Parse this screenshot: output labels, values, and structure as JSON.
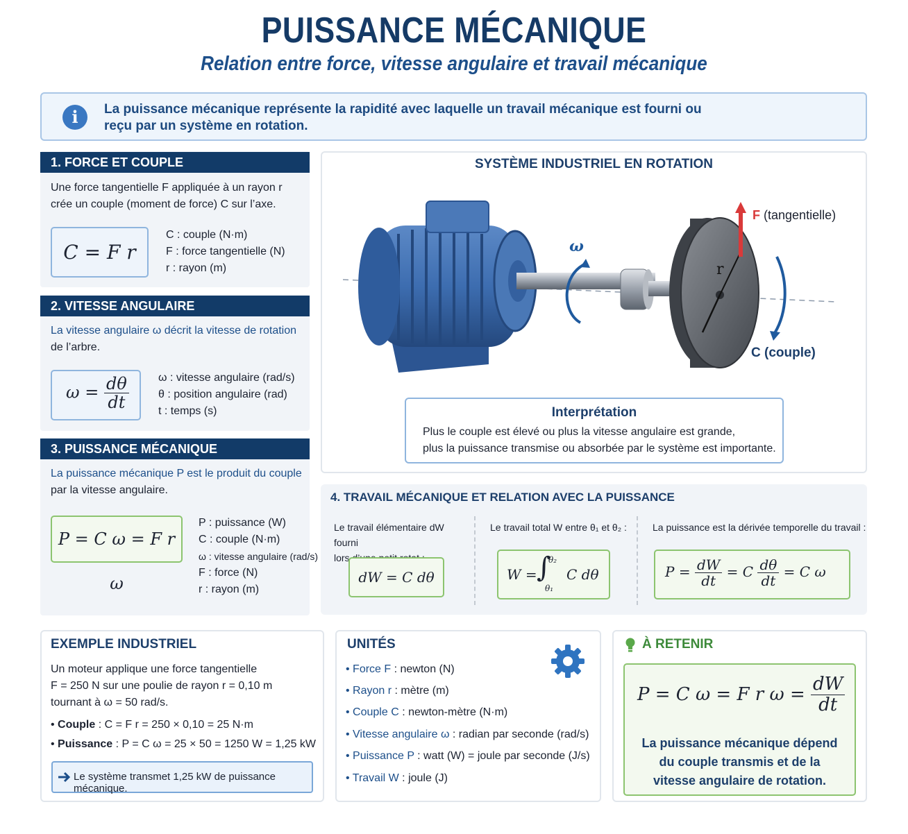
{
  "header": {
    "title": "PUISSANCE MÉCANIQUE",
    "subtitle": "Relation entre force, vitesse angulaire et travail mécanique"
  },
  "info": {
    "text": "La puissance mécanique représente la rapidité avec laquelle un travail mécanique est fourni ou reçu par un système en rotation."
  },
  "section1": {
    "heading": "1. FORCE ET COUPLE",
    "desc_line1": "Une force tangentielle F appliquée à un rayon r",
    "desc_line2": "crée un couple (moment de force) C sur l’axe.",
    "equation": "C = F r",
    "legend": [
      "C : couple (N·m)",
      "F : force tangentielle (N)",
      "r : rayon (m)"
    ]
  },
  "section2": {
    "heading": "2. VITESSE ANGULAIRE",
    "desc_a": "La vitesse angulaire ω décrit la vitesse de rotation",
    "desc_b": "de l’arbre.",
    "eq_lhs": "ω =",
    "eq_num": "dθ",
    "eq_den": "dt",
    "legend": [
      "ω : vitesse angulaire (rad/s)",
      "θ : position angulaire (rad)",
      "t : temps (s)"
    ]
  },
  "section3": {
    "heading": "3. PUISSANCE MÉCANIQUE",
    "desc_line1": "La puissance mécanique P est le produit du couple",
    "desc_line2": "par la vitesse angulaire.",
    "equation": "P = C ω = F r ω",
    "legend": [
      "P : puissance (W)",
      "C : couple (N·m)",
      "ω : vitesse angulaire (rad/s)",
      "F : force (N)",
      "r : rayon (m)"
    ]
  },
  "system": {
    "title": "SYSTÈME INDUSTRIEL EN ROTATION",
    "label_omega": "ω",
    "label_force": "F",
    "label_force_suffix": "(tangentielle)",
    "label_radius": "r",
    "label_couple": "C (couple)",
    "interp_title": "Interprétation",
    "interp_line1": "Plus le couple est élevé ou plus la vitesse angulaire est grande,",
    "interp_line2": "plus la puissance transmise ou absorbée par le système est importante."
  },
  "section4": {
    "heading": "4. TRAVAIL MÉCANIQUE ET RELATION AVEC LA PUISSANCE",
    "col1_line1": "Le travail élémentaire dW fourni",
    "col1_line2": "lors d’une petit rotat :",
    "col1_eq": "dW = C dθ",
    "col2_text": "Le travail total W entre θ₁ et θ₂ :",
    "col2_lhs": "W =",
    "col2_upper": "θ₂",
    "col2_lower": "θ₁",
    "col2_rhs": "C dθ",
    "col3_text": "La puissance est la dérivée temporelle du travail :",
    "col3_p": "P =",
    "col3_num1": "dW",
    "col3_den1": "dt",
    "col3_mid": "= C",
    "col3_num2": "dθ",
    "col3_den2": "dt",
    "col3_end": "= C ω"
  },
  "example": {
    "title": "EXEMPLE INDUSTRIEL",
    "line1": "Un moteur applique une force tangentielle",
    "line2": "F = 250 N sur une poulie de rayon r = 0,10 m",
    "line3": "tournant à ω = 50 rad/s.",
    "couple_label": "Couple",
    "couple_value": " : C = F r = 250 × 0,10 = 25 N·m",
    "puissance_label": "Puissance",
    "puissance_value": " : P = C ω = 25 × 50 = 1250 W = 1,25 kW",
    "result": "Le système transmet 1,25 kW de puissance mécanique."
  },
  "units": {
    "title": "UNITÉS",
    "items": [
      {
        "label": "Force F",
        "value": " : newton (N)"
      },
      {
        "label": "Rayon r",
        "value": " : mètre (m)"
      },
      {
        "label": "Couple C",
        "value": " : newton-mètre (N·m)"
      },
      {
        "label": "Vitesse angulaire ω",
        "value": " : radian par seconde (rad/s)"
      },
      {
        "label": "Puissance P",
        "value": " : watt (W) = joule par seconde (J/s)"
      },
      {
        "label": "Travail W",
        "value": " : joule (J)"
      }
    ]
  },
  "retenir": {
    "title": "À RETENIR",
    "eq_main": "P = C ω = F r ω =",
    "eq_num": "dW",
    "eq_den": "dt",
    "text": "La puissance mécanique dépend du couple transmis et de la vitesse angulaire de rotation."
  },
  "colors": {
    "navy": "#123b68",
    "blue_text": "#1d4f8a",
    "green_border": "#8cc46f",
    "blue_border": "#8fb5de",
    "motor_blue": "#3d6db0",
    "force_red": "#d93a3a"
  },
  "icons": [
    "info-icon",
    "gear-icon",
    "lightbulb-icon",
    "arrow-right-icon"
  ]
}
